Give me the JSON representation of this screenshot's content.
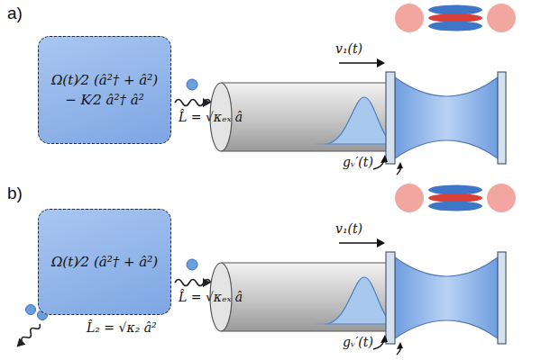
{
  "diagram": {
    "nodes": [
      {
        "text": [
          "Ω(t)⁄2 (â²† + â²)",
          "− K⁄2 â²† â²"
        ]
      },
      {
        "text": [
          "Ω(t)⁄2 (â²† + â²)"
        ]
      }
    ],
    "labels": [
      "a)",
      "L̂ = √κₑₓ â",
      "v₁(t)",
      "gᵥ′(t)",
      "b)",
      "L̂₂ = √κ₂ â²",
      "L̂ = √κₑₓ â",
      "v₁(t)",
      "gᵥ′(t)"
    ]
  }
}
